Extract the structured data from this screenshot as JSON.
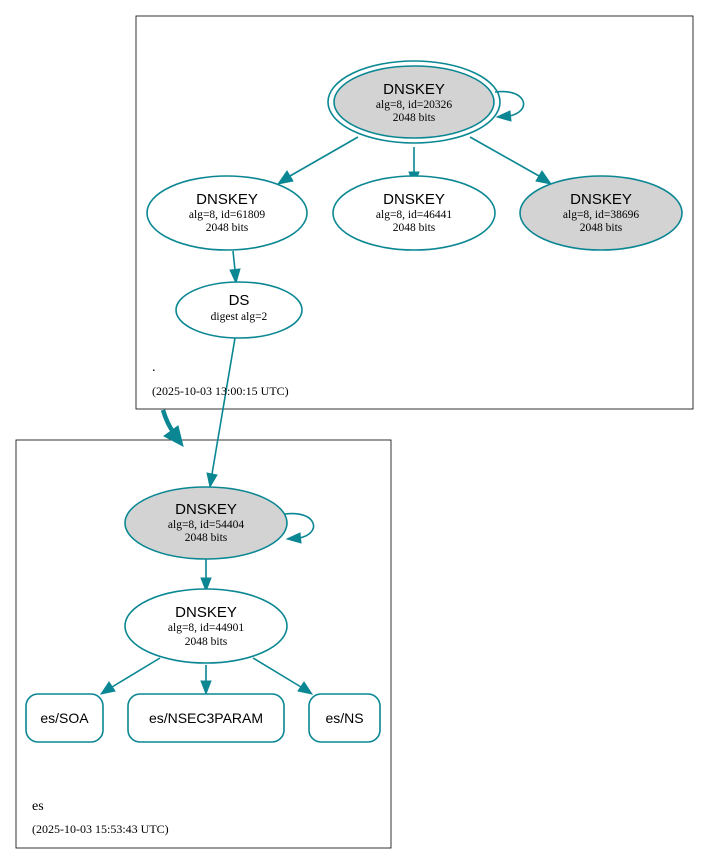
{
  "zones": {
    "root": {
      "name": ".",
      "timestamp": "(2025-10-03 13:00:15 UTC)"
    },
    "es": {
      "name": "es",
      "timestamp": "(2025-10-03 15:53:43 UTC)"
    }
  },
  "nodes": {
    "root_ksk": {
      "title": "DNSKEY",
      "line1": "alg=8, id=20326",
      "line2": "2048 bits"
    },
    "root_zsk1": {
      "title": "DNSKEY",
      "line1": "alg=8, id=61809",
      "line2": "2048 bits"
    },
    "root_zsk2": {
      "title": "DNSKEY",
      "line1": "alg=8, id=46441",
      "line2": "2048 bits"
    },
    "root_zsk3": {
      "title": "DNSKEY",
      "line1": "alg=8, id=38696",
      "line2": "2048 bits"
    },
    "root_ds": {
      "title": "DS",
      "line1": "digest alg=2"
    },
    "es_ksk": {
      "title": "DNSKEY",
      "line1": "alg=8, id=54404",
      "line2": "2048 bits"
    },
    "es_zsk": {
      "title": "DNSKEY",
      "line1": "alg=8, id=44901",
      "line2": "2048 bits"
    }
  },
  "records": {
    "soa": "es/SOA",
    "nsec3param": "es/NSEC3PARAM",
    "ns": "es/NS"
  },
  "colors": {
    "edge": "#0a8793",
    "separate_key_fill": "#d3d3d3",
    "zone_border": "#000000"
  }
}
